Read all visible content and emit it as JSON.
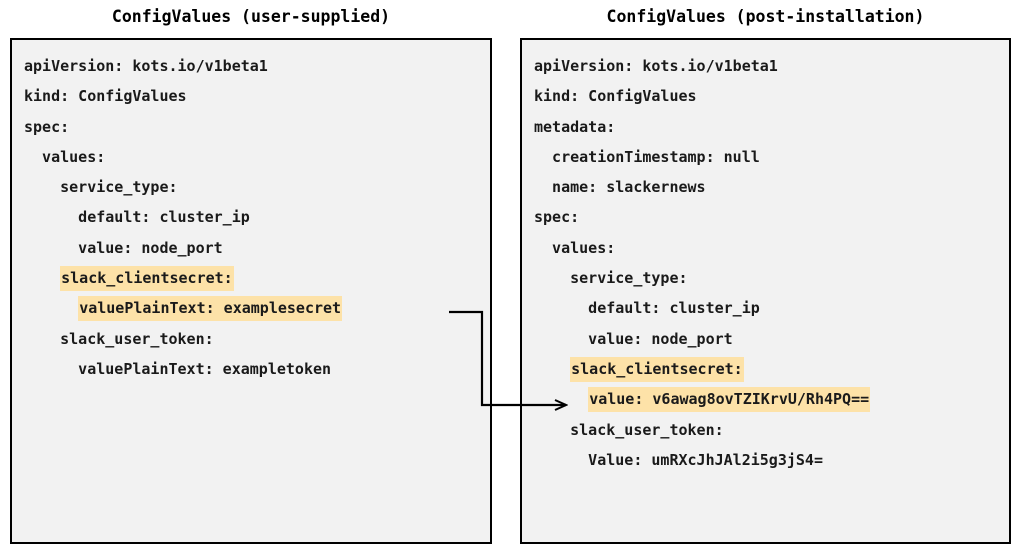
{
  "panels": {
    "left": {
      "title": "ConfigValues (user-supplied)",
      "lines": [
        {
          "text": "apiVersion: kots.io/v1beta1",
          "highlight": false
        },
        {
          "text": "kind: ConfigValues",
          "highlight": false
        },
        {
          "text": "spec:",
          "highlight": false
        },
        {
          "text": "  values:",
          "highlight": false
        },
        {
          "text": "    service_type:",
          "highlight": false
        },
        {
          "text": "      default: cluster_ip",
          "highlight": false
        },
        {
          "text": "      value: node_port",
          "highlight": false
        },
        {
          "text": "    slack_clientsecret:",
          "highlight": true,
          "indent": 4
        },
        {
          "text": "      valuePlainText: examplesecret",
          "highlight": true,
          "indent": 6
        },
        {
          "text": "    slack_user_token:",
          "highlight": false
        },
        {
          "text": "      valuePlainText: exampletoken",
          "highlight": false
        }
      ]
    },
    "right": {
      "title": "ConfigValues (post-installation)",
      "lines": [
        {
          "text": "apiVersion: kots.io/v1beta1",
          "highlight": false
        },
        {
          "text": "kind: ConfigValues",
          "highlight": false
        },
        {
          "text": "metadata:",
          "highlight": false
        },
        {
          "text": "  creationTimestamp: null",
          "highlight": false
        },
        {
          "text": "  name: slackernews",
          "highlight": false
        },
        {
          "text": "spec:",
          "highlight": false
        },
        {
          "text": "  values:",
          "highlight": false
        },
        {
          "text": "    service_type:",
          "highlight": false
        },
        {
          "text": "      default: cluster_ip",
          "highlight": false
        },
        {
          "text": "      value: node_port",
          "highlight": false
        },
        {
          "text": "    slack_clientsecret:",
          "highlight": true,
          "indent": 4
        },
        {
          "text": "      value: v6awag8ovTZIKrvU/Rh4PQ==",
          "highlight": true,
          "indent": 6
        },
        {
          "text": "    slack_user_token:",
          "highlight": false
        },
        {
          "text": "      Value: umRXcJhJAl2i5g3jS4=",
          "highlight": false
        }
      ]
    }
  },
  "connector": {
    "label": "encrypted-value-mapping-arrow",
    "from_line": "valuePlainText: examplesecret",
    "to_line": "value: v6awag8ovTZIKrvU/Rh4PQ=="
  },
  "colors": {
    "highlight": "#fde2a8",
    "panel_background": "#f2f2f2",
    "panel_border": "#000000",
    "text": "#1a1a1a",
    "page_background": "#ffffff"
  }
}
